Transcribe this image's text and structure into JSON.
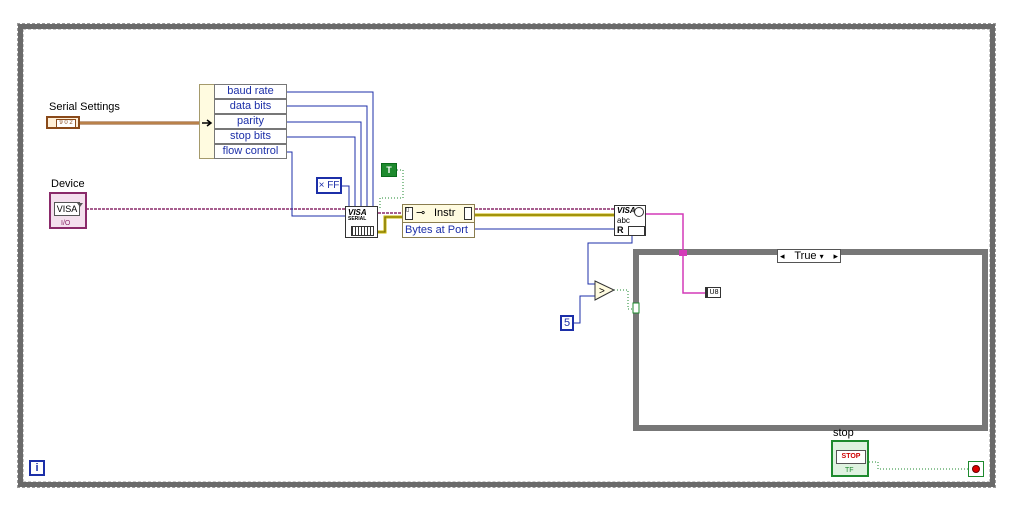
{
  "controls": {
    "serial_settings_label": "Serial Settings",
    "device_label": "Device",
    "stop_label": "stop",
    "stop_button_text": "STOP",
    "tf_text": "TF",
    "visa_text": "VISA",
    "io_text": "I/O",
    "serial_cluster_glyph": "9 0 2"
  },
  "unbundle": {
    "items": [
      "baud rate",
      "data bits",
      "parity",
      "stop bits",
      "flow control"
    ]
  },
  "constants": {
    "termchar": "× FF",
    "bool_true": "T",
    "count": "5"
  },
  "nodes": {
    "configure_visa": "VISA",
    "configure_serial": "SERIAL",
    "property_class": "Instr",
    "property_name": "Bytes at Port",
    "read_visa": "VISA",
    "read_abc": "abc",
    "read_r": "R",
    "compare_symbol": ">",
    "indicator_type": "U8"
  },
  "case": {
    "selector_value": "True"
  },
  "misc": {
    "info_icon": "i"
  },
  "colors": {
    "visa_wire": "#8a2a6a",
    "numeric_wire": "#1c2fa8",
    "boolean_wire": "#1e8a2e",
    "cluster_wire": "#8a4a1a",
    "string_wire": "#d43ab8",
    "error_wire": "#c8b400",
    "loop_border": "#6a6a6a"
  }
}
